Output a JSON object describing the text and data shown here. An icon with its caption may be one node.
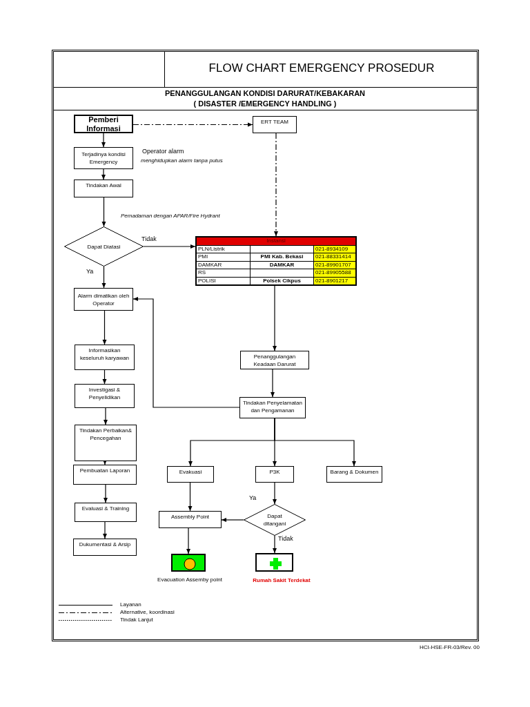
{
  "diagram": {
    "title": "FLOW CHART EMERGENCY PROSEDUR",
    "nodes": [
      {
        "text": [
          "Pemberi Informasi"
        ]
      },
      {
        "text": [
          "ERT TEAM"
        ]
      },
      {
        "text": [
          "Terjadinya kondisi Emergency"
        ]
      },
      {
        "text": [
          "Tindakan Awal"
        ]
      },
      {
        "text": [
          "Dapat Diatasi"
        ]
      },
      {
        "text": [
          "Instansi"
        ]
      },
      {
        "text": [
          "Alarm dimatikan oleh Operator"
        ]
      },
      {
        "text": [
          "Informasikan keseluruh karyawan"
        ]
      },
      {
        "text": [
          "Penanggulangan Keadaan Darurat"
        ]
      },
      {
        "text": [
          "Investigasi & Penyelidikan"
        ]
      },
      {
        "text": [
          "Tindakan Penyelamatan dan Pengamanan"
        ]
      },
      {
        "text": [
          "Tindakan Perbaikan& Pencegahan"
        ]
      },
      {
        "text": [
          "Pembuatan Laporan"
        ]
      },
      {
        "text": [
          "Evakuasi"
        ]
      },
      {
        "text": [
          "P3K"
        ]
      },
      {
        "text": [
          "Barang & Dokumen"
        ]
      },
      {
        "text": [
          "Evaluasi & Training"
        ]
      },
      {
        "text": [
          "Assembly Point"
        ]
      },
      {
        "text": [
          "Dapat ditangani"
        ]
      },
      {
        "text": [
          "Dukumentasi & Arsip"
        ]
      },
      {
        "text": [],
        "shape": "box",
        "beside": [
          "Evacuation Assemby point"
        ]
      },
      {
        "text": [],
        "shape": "box",
        "beside": [
          "Rumah Sakit Terdekat"
        ]
      }
    ],
    "edges": [
      {
        "from": 0,
        "to": 1,
        "arrow": "to",
        "style": "dashed"
      },
      {
        "from": 0,
        "to": 2,
        "arrow": "to"
      },
      {
        "from": 2,
        "to": 3,
        "arrow": "to"
      },
      {
        "from": 3,
        "to": 4,
        "arrow": "to"
      },
      {
        "from": 4,
        "to": 5,
        "arrow": "to",
        "label": "Tidak"
      },
      {
        "from": 4,
        "to": 6,
        "arrow": "to",
        "label": "Ya"
      },
      {
        "from": 1,
        "to": 5,
        "arrow": "to",
        "style": "dashed"
      },
      {
        "from": 5,
        "to": 8,
        "arrow": "to"
      },
      {
        "from": 6,
        "to": 7,
        "arrow": "to"
      },
      {
        "from": 7,
        "to": 9,
        "arrow": "to"
      },
      {
        "from": 9,
        "to": 11,
        "arrow": "to"
      },
      {
        "from": 11,
        "to": 12,
        "arrow": "to"
      },
      {
        "from": 12,
        "to": 16,
        "arrow": "to"
      },
      {
        "from": 16,
        "to": 19,
        "arrow": "to"
      },
      {
        "from": 8,
        "to": 10,
        "arrow": "to"
      },
      {
        "from": 10,
        "to": 6,
        "arrow": "to"
      },
      {
        "from": 10,
        "to": 13,
        "arrow": "to"
      },
      {
        "from": 10,
        "to": 14,
        "arrow": "to"
      },
      {
        "from": 10,
        "to": 15,
        "arrow": "to"
      },
      {
        "from": 13,
        "to": 17,
        "arrow": "to"
      },
      {
        "from": 14,
        "to": 18,
        "arrow": "to"
      },
      {
        "from": 18,
        "to": 17,
        "arrow": "to",
        "label": "Ya"
      },
      {
        "from": 18,
        "to": 21,
        "arrow": "to",
        "label": "Tidak"
      },
      {
        "from": 17,
        "to": 20,
        "arrow": "to"
      }
    ],
    "labels": [
      "PENANGGULANGAN KONDISI DARURAT/KEBAKARAN",
      "( DISASTER /EMERGENCY HANDLING )",
      "Operator alarm",
      "menghidupkan alarm tanpa putus",
      "Pemadaman dengan APAR/Fire Hydrant",
      "PLN/Listrik",
      "021-8934109",
      "PMI",
      "PMI Kab. Bekasi",
      "021-88331414",
      "DAMKAR",
      "DAMKAR",
      "021-89901707",
      "RS",
      "021-89905588",
      "POLISI",
      "Polsek Cikpus",
      "021-8901217",
      "HCI-HSE-FR-03/Rev. 00"
    ],
    "legend": [
      {
        "text": "Layanan"
      },
      {
        "text": "Alternative, koordinasi"
      },
      {
        "text": "Tindak Lanjut"
      }
    ]
  }
}
